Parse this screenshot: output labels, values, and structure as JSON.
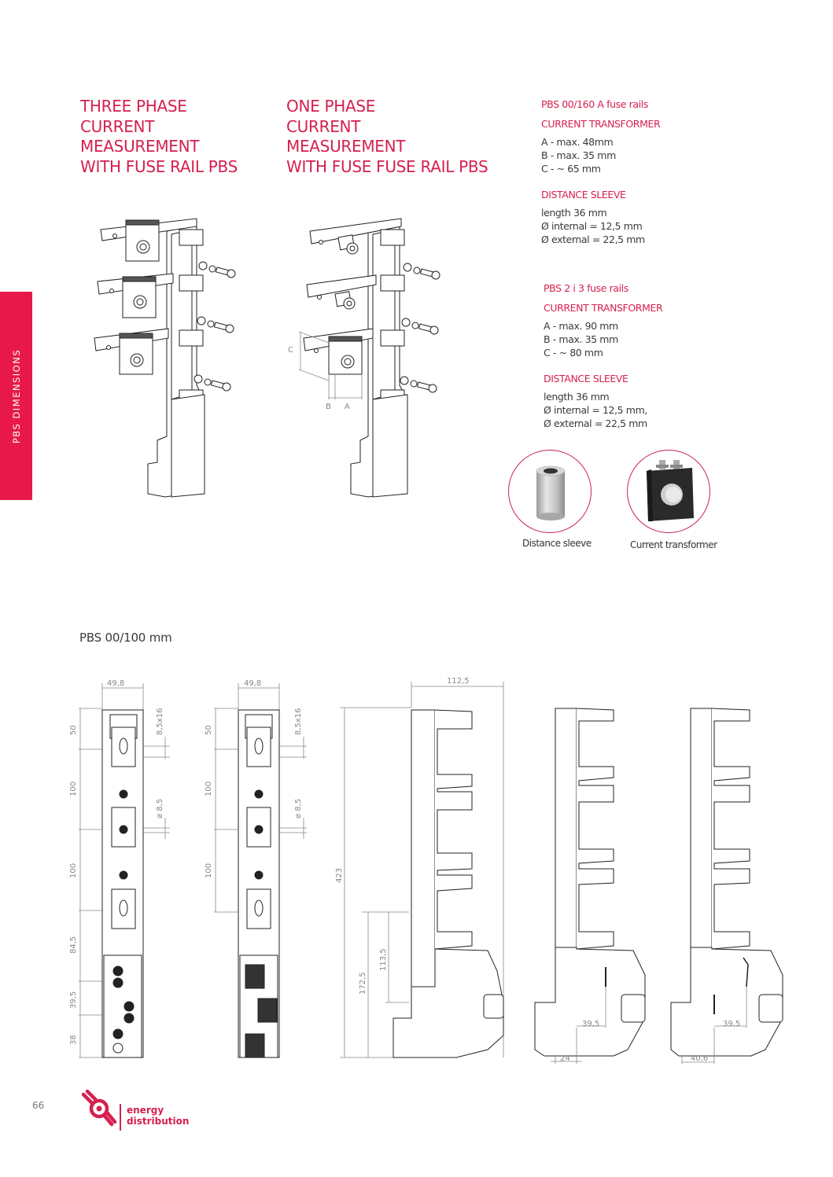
{
  "side_tab": {
    "label": "PBS DIMENSIONS",
    "color": "#e8194a"
  },
  "titles": {
    "three_phase": [
      "THREE PHASE",
      "CURRENT",
      "MEASUREMENT",
      "WITH FUSE RAIL PBS"
    ],
    "one_phase": [
      "ONE PHASE",
      "CURRENT",
      "MEASUREMENT",
      "WITH FUSE FUSE RAIL PBS"
    ]
  },
  "specs": [
    {
      "heading": "PBS 00/160 A fuse rails",
      "ct_title": "CURRENT TRANSFORMER",
      "ct_lines": [
        "A - max. 48mm",
        "B - max. 35 mm",
        "C - ~ 65 mm"
      ],
      "sleeve_title": "DISTANCE SLEEVE",
      "sleeve_lines": [
        "length 36 mm",
        "Ø internal = 12,5 mm",
        "Ø external = 22,5 mm"
      ]
    },
    {
      "heading": "PBS 2 i 3 fuse rails",
      "ct_title": "CURRENT TRANSFORMER",
      "ct_lines": [
        "A - max. 90 mm",
        "B - max. 35 mm",
        "C - ~ 80 mm"
      ],
      "sleeve_title": "DISTANCE SLEEVE",
      "sleeve_lines": [
        "length 36 mm",
        "Ø internal = 12,5 mm,",
        "Ø external  = 22,5 mm"
      ]
    }
  ],
  "photos": [
    {
      "caption": "Distance sleeve"
    },
    {
      "caption": "Current transformer"
    }
  ],
  "illustration_labels": {
    "a": "A",
    "b": "B",
    "c": "C"
  },
  "section": {
    "label": "PBS 00/100 mm"
  },
  "dimensions": {
    "front_1": {
      "width": "49,8",
      "vertical": [
        "50",
        "100",
        "100",
        "84,5",
        "39,5",
        "38"
      ],
      "slot": "8,5x16",
      "hole": "ø 8,5"
    },
    "front_2": {
      "width": "49,8",
      "vertical": [
        "50",
        "100",
        "100"
      ],
      "slot": "8,5x16",
      "hole": "ø 8,5"
    },
    "side_1": {
      "depth": "112,5",
      "height": "423",
      "h2": "172,5",
      "h3": "113,5"
    },
    "side_2": {
      "d1": "39,5",
      "d2": "24"
    },
    "side_3": {
      "d1": "39,5",
      "d2": "40,6"
    }
  },
  "footer": {
    "page_number": "66",
    "brand_line1": "energy",
    "brand_line2": "distribution",
    "brand_color": "#d6204f"
  }
}
